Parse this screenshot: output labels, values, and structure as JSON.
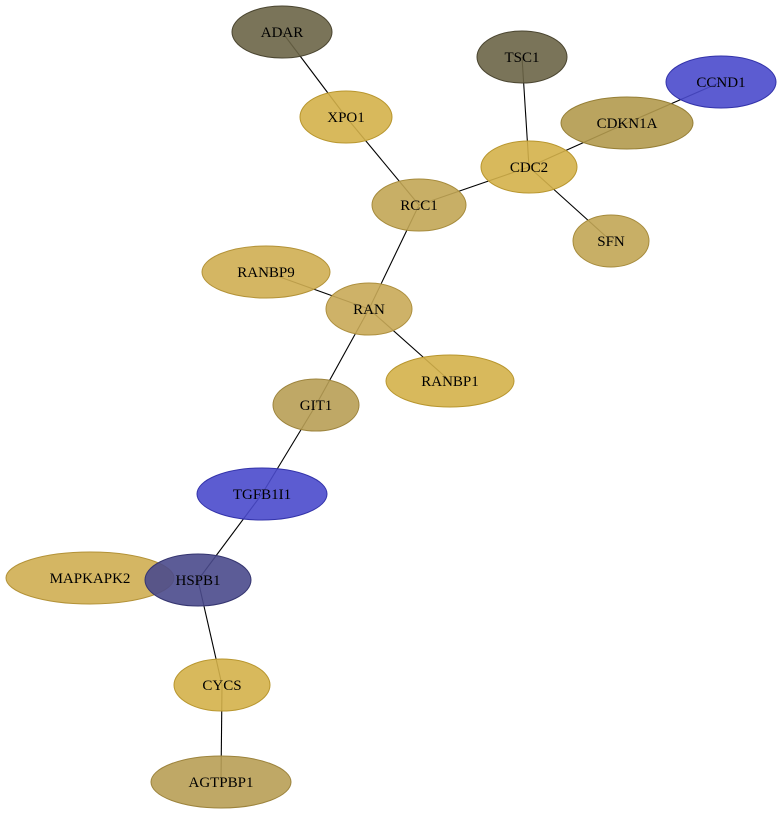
{
  "nodes": [
    {
      "id": "ADAR",
      "label": "ADAR",
      "color": "#6b6547",
      "border": "#4a4530"
    },
    {
      "id": "XPO1",
      "label": "XPO1",
      "color": "#d4b14a",
      "border": "#b8962e"
    },
    {
      "id": "TSC1",
      "label": "TSC1",
      "color": "#6b6547",
      "border": "#4a4530"
    },
    {
      "id": "CCND1",
      "label": "CCND1",
      "color": "#4a4acc",
      "border": "#3333aa"
    },
    {
      "id": "CDKN1A",
      "label": "CDKN1A",
      "color": "#b29a4e",
      "border": "#967f36"
    },
    {
      "id": "CDC2",
      "label": "CDC2",
      "color": "#d4b14a",
      "border": "#b8962e"
    },
    {
      "id": "RCC1",
      "label": "RCC1",
      "color": "#c2a655",
      "border": "#a68b3c"
    },
    {
      "id": "SFN",
      "label": "SFN",
      "color": "#c2a655",
      "border": "#a68b3c"
    },
    {
      "id": "RANBP9",
      "label": "RANBP9",
      "color": "#cfae52",
      "border": "#b39237"
    },
    {
      "id": "RAN",
      "label": "RAN",
      "color": "#c9aa58",
      "border": "#ad8f3e"
    },
    {
      "id": "RANBP1",
      "label": "RANBP1",
      "color": "#d4b14a",
      "border": "#b8962e"
    },
    {
      "id": "GIT1",
      "label": "GIT1",
      "color": "#b89e55",
      "border": "#9c833c"
    },
    {
      "id": "TGFB1I1",
      "label": "TGFB1I1",
      "color": "#4a4acc",
      "border": "#3333aa"
    },
    {
      "id": "MAPKAPK2",
      "label": "MAPKAPK2",
      "color": "#cfae52",
      "border": "#b39237"
    },
    {
      "id": "HSPB1",
      "label": "HSPB1",
      "color": "#4a4a8c",
      "border": "#353570"
    },
    {
      "id": "CYCS",
      "label": "CYCS",
      "color": "#d4b14a",
      "border": "#b8962e"
    },
    {
      "id": "AGTPBP1",
      "label": "AGTPBP1",
      "color": "#b89e55",
      "border": "#9c833c"
    }
  ],
  "edges": [
    {
      "source": "ADAR",
      "target": "XPO1"
    },
    {
      "source": "XPO1",
      "target": "RCC1"
    },
    {
      "source": "TSC1",
      "target": "CDC2"
    },
    {
      "source": "CCND1",
      "target": "CDKN1A"
    },
    {
      "source": "CDKN1A",
      "target": "CDC2"
    },
    {
      "source": "CDC2",
      "target": "RCC1"
    },
    {
      "source": "CDC2",
      "target": "SFN"
    },
    {
      "source": "RCC1",
      "target": "RAN"
    },
    {
      "source": "RANBP9",
      "target": "RAN"
    },
    {
      "source": "RAN",
      "target": "RANBP1"
    },
    {
      "source": "RAN",
      "target": "GIT1"
    },
    {
      "source": "GIT1",
      "target": "TGFB1I1"
    },
    {
      "source": "TGFB1I1",
      "target": "HSPB1"
    },
    {
      "source": "HSPB1",
      "target": "CYCS"
    },
    {
      "source": "CYCS",
      "target": "AGTPBP1"
    }
  ]
}
